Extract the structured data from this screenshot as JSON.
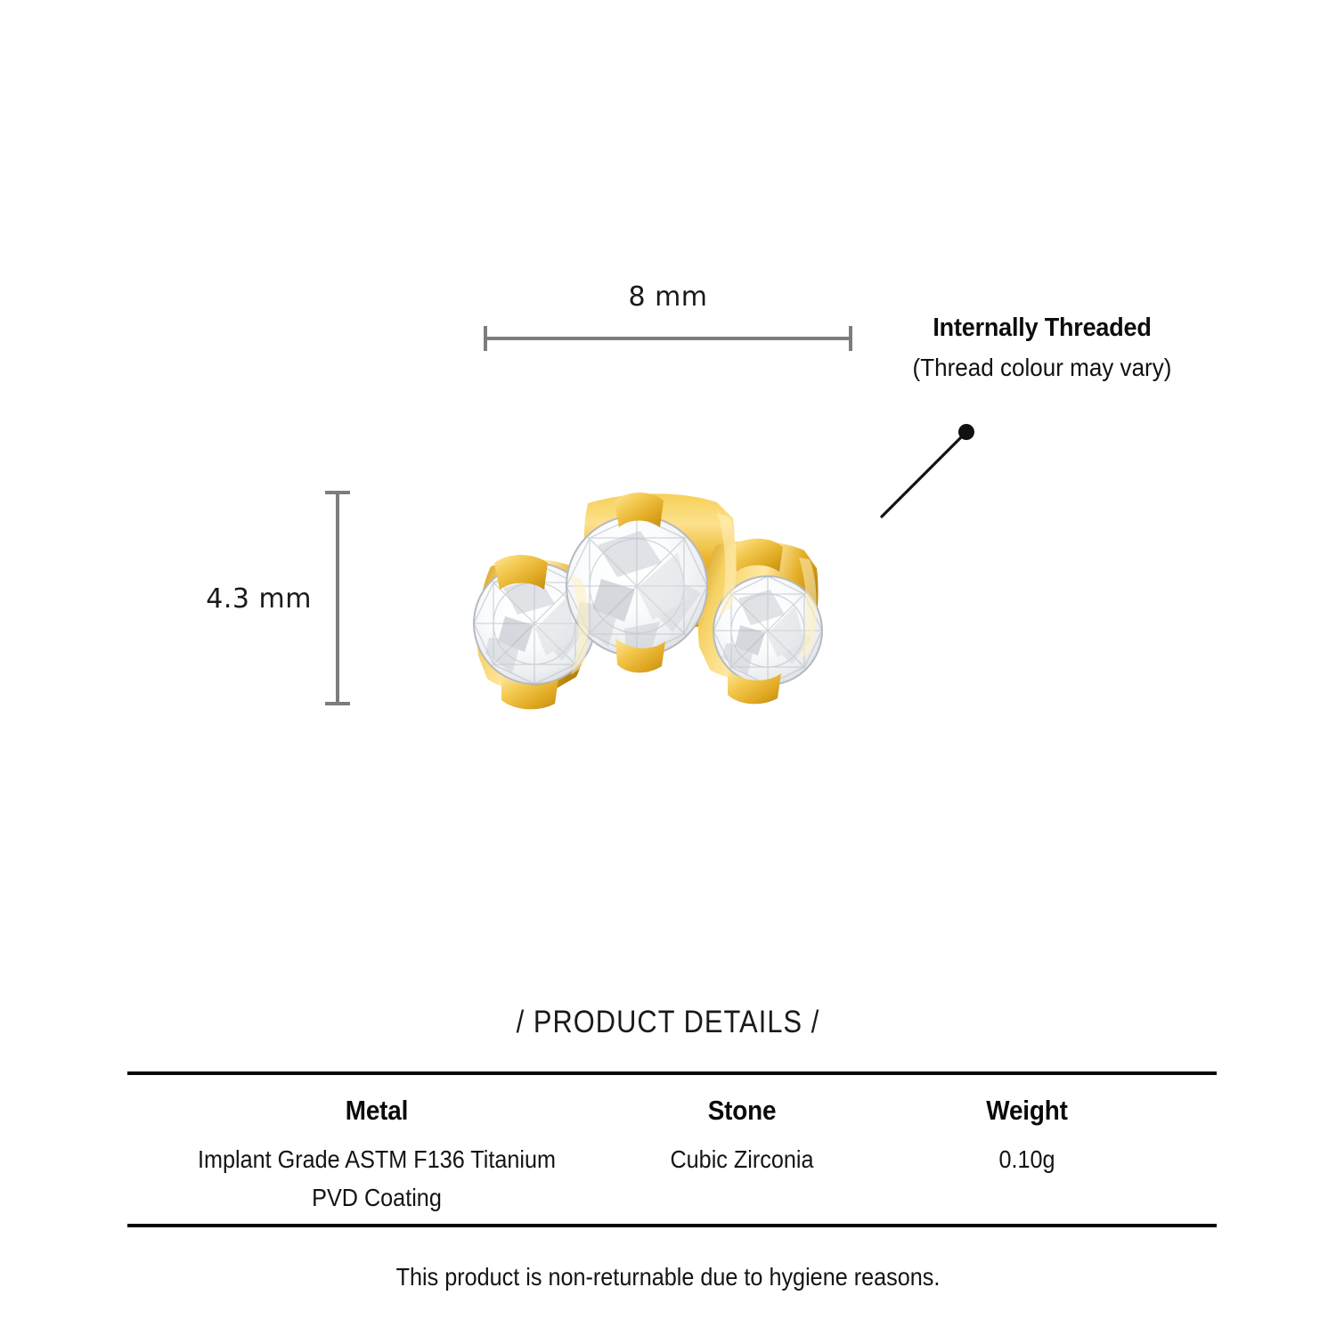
{
  "dimensions": {
    "width_label": "8 mm",
    "height_label": "4.3 mm",
    "line_color": "#7d7d7d"
  },
  "callout": {
    "title": "Internally Threaded",
    "subtitle": "(Thread colour may vary)",
    "leader_icon": "leader-line-dot-icon"
  },
  "product": {
    "icon": "three-stone-prong-set-jewellery-icon",
    "stone_count": 3,
    "metal_color": "#e8ae2a",
    "metal_highlight": "#fbd45c",
    "metal_shadow": "#c08c16",
    "stone_color": "#ffffff",
    "stone_facet_color": "#c9cdd2"
  },
  "details": {
    "heading": "/ PRODUCT DETAILS /",
    "columns": [
      {
        "header": "Metal",
        "value": "Implant Grade ASTM F136 Titanium\nPVD Coating"
      },
      {
        "header": "Stone",
        "value": "Cubic Zirconia"
      },
      {
        "header": "Weight",
        "value": "0.10g"
      }
    ],
    "rule_color": "#0a0a0a"
  },
  "footer": {
    "note": "This product is non-returnable due to hygiene reasons."
  }
}
